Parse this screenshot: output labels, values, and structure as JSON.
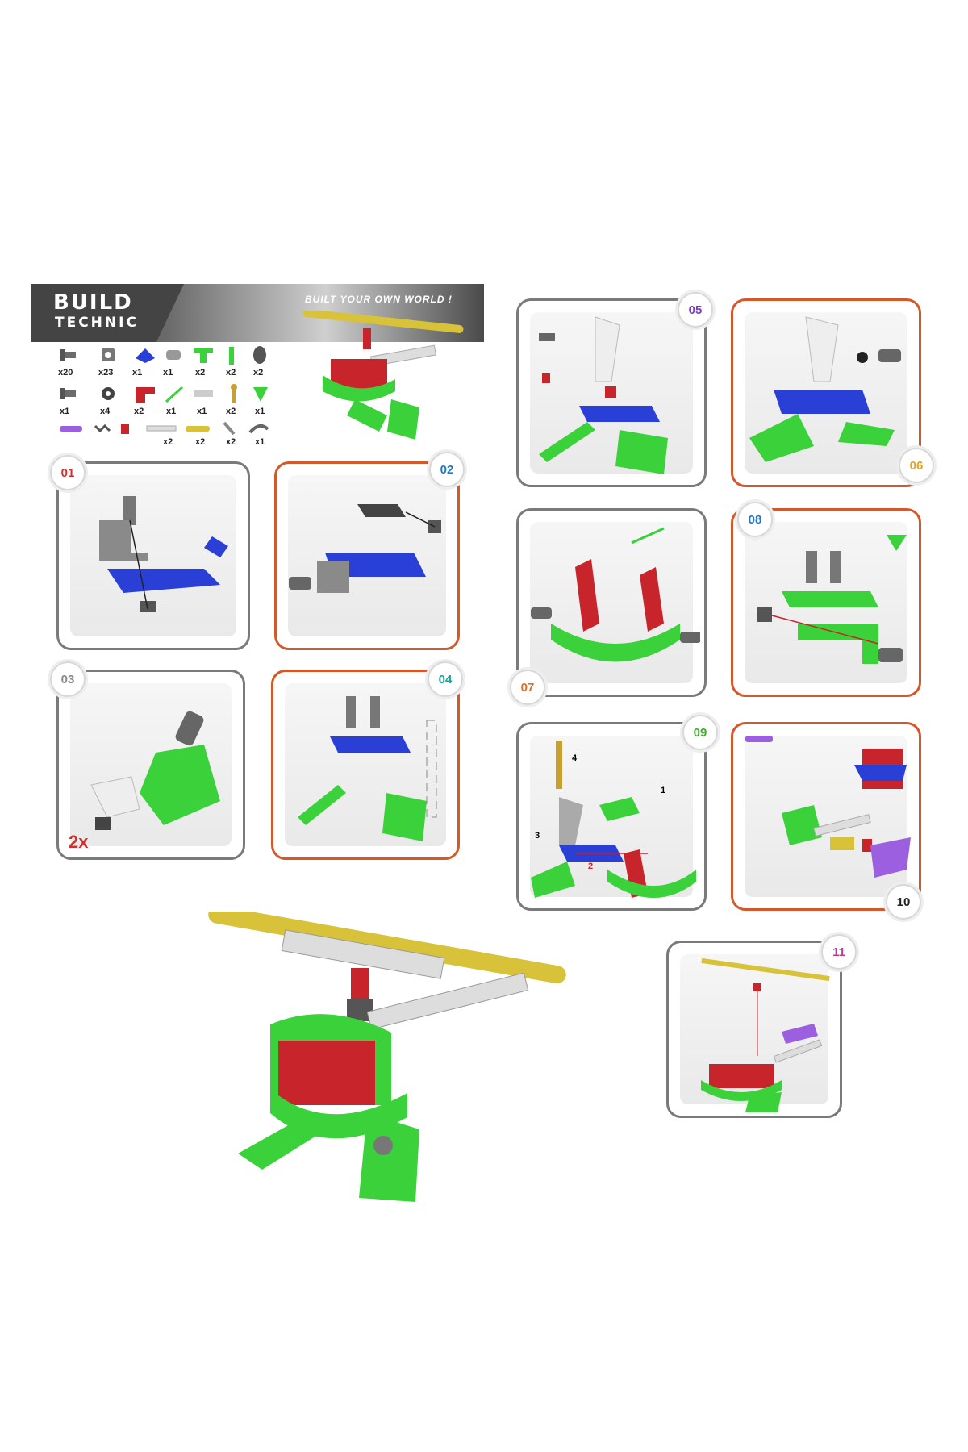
{
  "header": {
    "brand_line1": "BUILD",
    "brand_line2": "TECHNIC",
    "tagline": "BUILT YOUR OWN WORLD !"
  },
  "parts_legend": {
    "row1": [
      "x20",
      "x23",
      "x1",
      "x1",
      "x2",
      "x2",
      "x2"
    ],
    "row2": [
      "x1",
      "x4",
      "x2",
      "x1",
      "x1",
      "x2",
      "x1"
    ],
    "row3": [
      "x2",
      "x2",
      "x2",
      "x1"
    ]
  },
  "steps": [
    {
      "number": "01",
      "color": "#d0312d"
    },
    {
      "number": "02",
      "color": "#1f78c8"
    },
    {
      "number": "03",
      "color": "#8a8a8a",
      "multiplier": "2x"
    },
    {
      "number": "04",
      "color": "#1aa39a"
    },
    {
      "number": "05",
      "color": "#7b3fc4"
    },
    {
      "number": "06",
      "color": "#e0a420"
    },
    {
      "number": "07",
      "color": "#e07020"
    },
    {
      "number": "08",
      "color": "#1f78c8"
    },
    {
      "number": "09",
      "color": "#3fae2a"
    },
    {
      "number": "10",
      "color": "#222222"
    },
    {
      "number": "11",
      "color": "#c03a9a"
    }
  ],
  "step9_annotations": [
    "4",
    "1",
    "3",
    "2"
  ],
  "colors": {
    "green": "#3ad13a",
    "blue": "#2a3fd6",
    "red": "#c8242c",
    "gray": "#8a8a8a",
    "yellow": "#d8c23a",
    "purple": "#9b5fe0",
    "orange_border": "#d4582a",
    "gray_border": "#7a7a7a"
  }
}
